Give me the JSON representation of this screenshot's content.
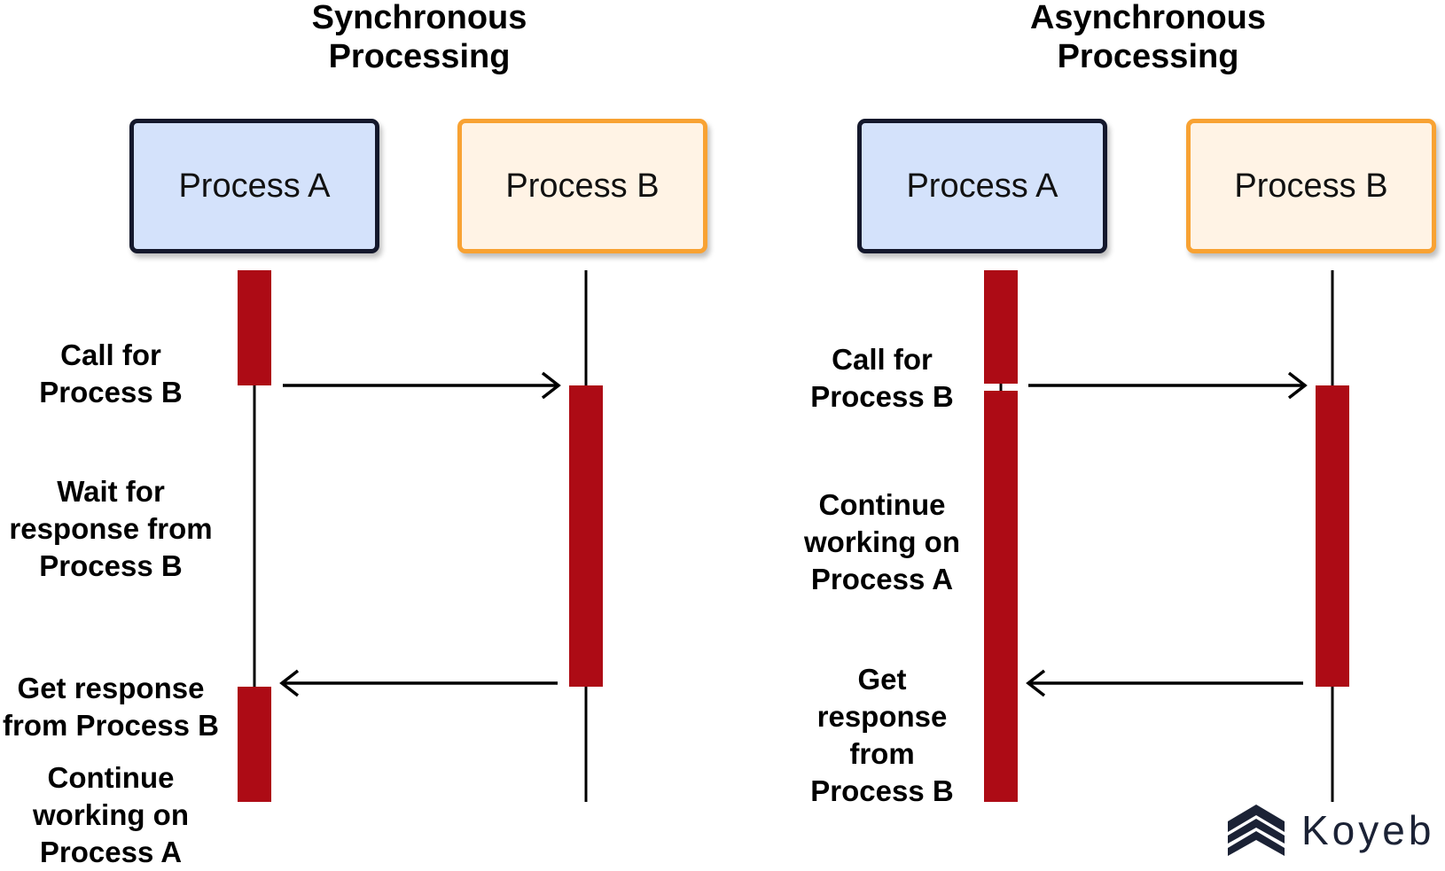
{
  "colors": {
    "activation": "#ad0b15",
    "lifeline": "#000000",
    "arrow": "#000000",
    "process_a_border": "#14182c",
    "process_a_fill": "#d4e2fb",
    "process_b_border": "#f8a233",
    "process_b_fill": "#fff3e5",
    "logo": "#1b2235"
  },
  "sync": {
    "title": "Synchronous\nProcessing",
    "process_a": "Process A",
    "process_b": "Process B",
    "steps": {
      "call": "Call for\nProcess B",
      "wait": "Wait for\nresponse from\nProcess B",
      "get": "Get response\nfrom Process B",
      "continue": "Continue\nworking on\nProcess A"
    }
  },
  "async": {
    "title": "Asynchronous\nProcessing",
    "process_a": "Process A",
    "process_b": "Process B",
    "steps": {
      "call": "Call for\nProcess B",
      "continue": "Continue\nworking on\nProcess A",
      "get": "Get\nresponse\nfrom\nProcess B"
    }
  },
  "brand": {
    "name": "Koyeb",
    "icon": "koyeb-logo-icon"
  }
}
